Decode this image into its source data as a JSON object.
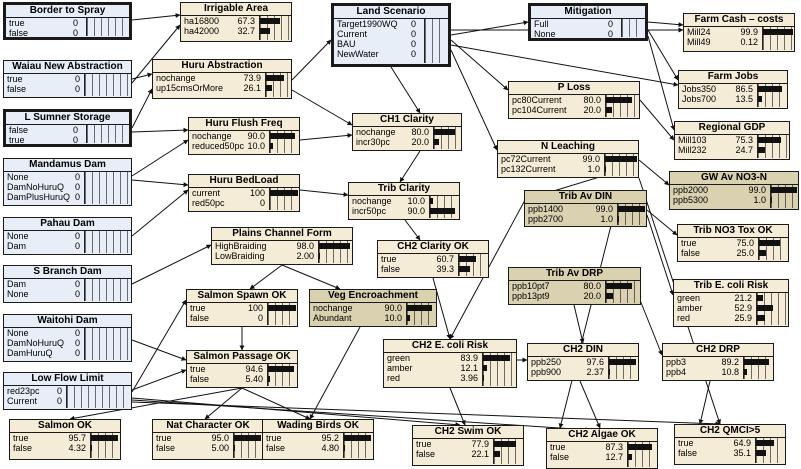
{
  "nodes": [
    {
      "id": "border",
      "title": "Border to Spray",
      "kind": "dec",
      "states": [
        [
          "true",
          "0",
          0
        ],
        [
          "false",
          "0",
          0
        ]
      ]
    },
    {
      "id": "waiau",
      "title": "Waiau New Abstraction",
      "kind": "blue",
      "states": [
        [
          "true",
          "0",
          0
        ],
        [
          "false",
          "0",
          0
        ]
      ]
    },
    {
      "id": "lsumner",
      "title": "L Sumner Storage",
      "kind": "dec",
      "states": [
        [
          "false",
          "0",
          0
        ],
        [
          "true",
          "0",
          0
        ]
      ]
    },
    {
      "id": "mandamus",
      "title": "Mandamus Dam",
      "kind": "blue",
      "states": [
        [
          "None",
          "0",
          0
        ],
        [
          "DamNoHuruQ",
          "0",
          0
        ],
        [
          "DamPlusHuruQ",
          "0",
          0
        ]
      ]
    },
    {
      "id": "pahau",
      "title": "Pahau Dam",
      "kind": "blue",
      "states": [
        [
          "None",
          "0",
          0
        ],
        [
          "Dam",
          "0",
          0
        ]
      ]
    },
    {
      "id": "sbranch",
      "title": "S Branch Dam",
      "kind": "blue",
      "states": [
        [
          "Dam",
          "0",
          0
        ],
        [
          "None",
          "0",
          0
        ]
      ]
    },
    {
      "id": "waitohi",
      "title": "Waitohi Dam",
      "kind": "blue",
      "states": [
        [
          "None",
          "0",
          0
        ],
        [
          "DamNoHuruQ",
          "0",
          0
        ],
        [
          "DamHuruQ",
          "0",
          0
        ]
      ]
    },
    {
      "id": "lowflow",
      "title": "Low Flow Limit",
      "kind": "blue",
      "states": [
        [
          "red23pc",
          "0",
          0
        ],
        [
          "Current",
          "0",
          0
        ]
      ]
    },
    {
      "id": "irrigable",
      "title": "Irrigable Area",
      "kind": "plain",
      "states": [
        [
          "ha16800",
          "67.3",
          67.3
        ],
        [
          "ha42000",
          "32.7",
          32.7
        ]
      ]
    },
    {
      "id": "huruabs",
      "title": "Huru Abstraction",
      "kind": "plain",
      "states": [
        [
          "nochange",
          "73.9",
          73.9
        ],
        [
          "up15cmsOrMore",
          "26.1",
          26.1
        ]
      ]
    },
    {
      "id": "landscen",
      "title": "Land Scenario",
      "kind": "dec",
      "states": [
        [
          "Target1990WQ",
          "0",
          0
        ],
        [
          "Current",
          "0",
          0
        ],
        [
          "BAU",
          "0",
          0
        ],
        [
          "NewWater",
          "0",
          0
        ]
      ]
    },
    {
      "id": "mitigation",
      "title": "Mitigation",
      "kind": "dec",
      "states": [
        [
          "Full",
          "0",
          0
        ],
        [
          "None",
          "0",
          0
        ]
      ]
    },
    {
      "id": "farmcash",
      "title": "Farm Cash – costs",
      "kind": "plain",
      "states": [
        [
          "Mill24",
          "99.9",
          99.9
        ],
        [
          "Mill49",
          "0.12",
          0.12
        ]
      ]
    },
    {
      "id": "farmjobs",
      "title": "Farm Jobs",
      "kind": "plain",
      "states": [
        [
          "Jobs350",
          "86.5",
          86.5
        ],
        [
          "Jobs700",
          "13.5",
          13.5
        ]
      ]
    },
    {
      "id": "ploss",
      "title": "P Loss",
      "kind": "plain",
      "states": [
        [
          "pc80Current",
          "80.0",
          80
        ],
        [
          "pc104Current",
          "20.0",
          20
        ]
      ]
    },
    {
      "id": "regionalgdp",
      "title": "Regional GDP",
      "kind": "plain",
      "states": [
        [
          "Mill103",
          "75.3",
          75.3
        ],
        [
          "Mill232",
          "24.7",
          24.7
        ]
      ]
    },
    {
      "id": "nleach",
      "title": "N Leaching",
      "kind": "plain",
      "states": [
        [
          "pc72Current",
          "99.0",
          99
        ],
        [
          "pc132Current",
          "1.0",
          1
        ]
      ]
    },
    {
      "id": "gwno3",
      "title": "GW Av NO3-N",
      "kind": "tan",
      "states": [
        [
          "ppb2000",
          "99.0",
          99
        ],
        [
          "ppb5300",
          "1.0",
          1
        ]
      ]
    },
    {
      "id": "huruflush",
      "title": "Huru Flush Freq",
      "kind": "plain",
      "states": [
        [
          "nochange",
          "90.0",
          90
        ],
        [
          "reduced50pc",
          "10.0",
          10
        ]
      ]
    },
    {
      "id": "ch1clarity",
      "title": "CH1 Clarity",
      "kind": "plain",
      "states": [
        [
          "nochange",
          "80.0",
          80
        ],
        [
          "incr30pc",
          "20.0",
          20
        ]
      ]
    },
    {
      "id": "tribavdin",
      "title": "Trib Av DIN",
      "kind": "tan",
      "states": [
        [
          "ppb1400",
          "99.0",
          99
        ],
        [
          "ppb2700",
          "1.0",
          1
        ]
      ]
    },
    {
      "id": "hurubed",
      "title": "Huru BedLoad",
      "kind": "plain",
      "states": [
        [
          "current",
          "100",
          100
        ],
        [
          "red50pc",
          "0",
          0
        ]
      ]
    },
    {
      "id": "tribclarity",
      "title": "Trib Clarity",
      "kind": "plain",
      "states": [
        [
          "nochange",
          "10.0",
          10
        ],
        [
          "incr50pc",
          "90.0",
          90
        ]
      ]
    },
    {
      "id": "tribno3",
      "title": "Trib NO3 Tox OK",
      "kind": "plain",
      "states": [
        [
          "true",
          "75.0",
          75
        ],
        [
          "false",
          "25.0",
          25
        ]
      ]
    },
    {
      "id": "plains",
      "title": "Plains Channel Form",
      "kind": "plain",
      "states": [
        [
          "HighBraiding",
          "98.0",
          98
        ],
        [
          "LowBraiding",
          "2.00",
          2
        ]
      ]
    },
    {
      "id": "ch2clarity",
      "title": "CH2 Clarity OK",
      "kind": "plain",
      "states": [
        [
          "true",
          "60.7",
          60.7
        ],
        [
          "false",
          "39.3",
          39.3
        ]
      ]
    },
    {
      "id": "tribavdrp",
      "title": "Trib Av DRP",
      "kind": "tan",
      "states": [
        [
          "ppb10pt7",
          "80.0",
          80
        ],
        [
          "ppb13pt9",
          "20.0",
          20
        ]
      ]
    },
    {
      "id": "tribecoli",
      "title": "Trib E. coli Risk",
      "kind": "plain",
      "states": [
        [
          "green",
          "21.2",
          21.2
        ],
        [
          "amber",
          "52.9",
          52.9
        ],
        [
          "red",
          "25.9",
          25.9
        ]
      ]
    },
    {
      "id": "salmonspawn",
      "title": "Salmon Spawn OK",
      "kind": "plain",
      "states": [
        [
          "true",
          "100",
          100
        ],
        [
          "false",
          "0",
          0
        ]
      ]
    },
    {
      "id": "vegenc",
      "title": "Veg Encroachment",
      "kind": "tan",
      "states": [
        [
          "nochange",
          "90.0",
          90
        ],
        [
          "Abundant",
          "10.0",
          10
        ]
      ]
    },
    {
      "id": "ch2ecoli",
      "title": "CH2 E. coli Risk",
      "kind": "plain",
      "states": [
        [
          "green",
          "83.9",
          83.9
        ],
        [
          "amber",
          "12.1",
          12.1
        ],
        [
          "red",
          "3.96",
          3.96
        ]
      ]
    },
    {
      "id": "ch2din",
      "title": "CH2 DIN",
      "kind": "plain",
      "states": [
        [
          "ppb250",
          "97.6",
          97.6
        ],
        [
          "ppb900",
          "2.37",
          2.37
        ]
      ]
    },
    {
      "id": "ch2drp",
      "title": "CH2 DRP",
      "kind": "plain",
      "states": [
        [
          "ppb3",
          "89.2",
          89.2
        ],
        [
          "ppb4",
          "10.8",
          10.8
        ]
      ]
    },
    {
      "id": "salmonpass",
      "title": "Salmon Passage OK",
      "kind": "plain",
      "states": [
        [
          "true",
          "94.6",
          94.6
        ],
        [
          "false",
          "5.40",
          5.4
        ]
      ]
    },
    {
      "id": "salmonok",
      "title": "Salmon OK",
      "kind": "plain",
      "states": [
        [
          "true",
          "95.7",
          95.7
        ],
        [
          "false",
          "4.32",
          4.32
        ]
      ]
    },
    {
      "id": "natchar",
      "title": "Nat Character OK",
      "kind": "plain",
      "states": [
        [
          "true",
          "95.0",
          95
        ],
        [
          "false",
          "5.00",
          5
        ]
      ]
    },
    {
      "id": "wading",
      "title": "Wading Birds OK",
      "kind": "plain",
      "states": [
        [
          "true",
          "95.2",
          95.2
        ],
        [
          "false",
          "4.80",
          4.8
        ]
      ]
    },
    {
      "id": "ch2swim",
      "title": "CH2 Swim OK",
      "kind": "plain",
      "states": [
        [
          "true",
          "77.9",
          77.9
        ],
        [
          "false",
          "22.1",
          22.1
        ]
      ]
    },
    {
      "id": "ch2algae",
      "title": "CH2 Algae OK",
      "kind": "plain",
      "states": [
        [
          "true",
          "87.3",
          87.3
        ],
        [
          "false",
          "12.7",
          12.7
        ]
      ]
    },
    {
      "id": "ch2qmci",
      "title": "CH2 QMCI>5",
      "kind": "plain",
      "states": [
        [
          "true",
          "64.9",
          64.9
        ],
        [
          "false",
          "35.1",
          35.1
        ]
      ]
    }
  ]
}
